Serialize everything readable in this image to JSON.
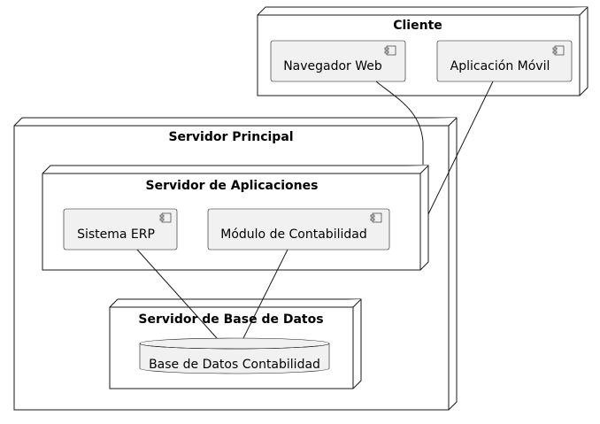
{
  "nodes": {
    "cliente": {
      "title": "Cliente"
    },
    "servidor_principal": {
      "title": "Servidor Principal"
    },
    "servidor_aplicaciones": {
      "title": "Servidor de Aplicaciones"
    },
    "servidor_bd": {
      "title": "Servidor de Base de Datos"
    }
  },
  "components": {
    "navegador": {
      "label": "Navegador Web"
    },
    "app_movil": {
      "label": "Aplicación Móvil"
    },
    "erp": {
      "label": "Sistema ERP"
    },
    "modulo": {
      "label": "Módulo de Contabilidad"
    }
  },
  "database": {
    "label": "Base de Datos Contabilidad"
  },
  "colors": {
    "component_fill": "#f1f1f1",
    "stroke": "#181818",
    "background": "#ffffff"
  }
}
